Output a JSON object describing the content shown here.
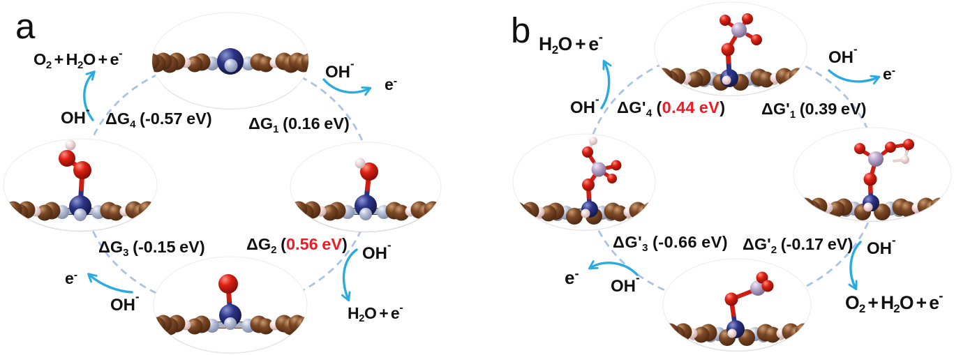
{
  "figure": {
    "colors": {
      "background": "#ffffff",
      "text": "#111111",
      "value_highlight_red": "#ed1c24",
      "arrow_cyan": "#29abe2",
      "cycle_dashed_circle": "#a9c3e6"
    },
    "panel_a": {
      "letter": "a",
      "labels": {
        "product_top_left": {
          "rich": [
            [
              "O"
            ],
            [
              "2",
              "sub"
            ],
            [
              " + H"
            ],
            [
              "2",
              "sub"
            ],
            [
              "O + e"
            ],
            [
              "-",
              "sup"
            ]
          ]
        },
        "oh_top_left": {
          "rich": [
            [
              "OH"
            ],
            [
              "-",
              "sup"
            ]
          ]
        },
        "dg4": {
          "rich": [
            [
              "ΔG"
            ],
            [
              "4",
              "sub"
            ],
            [
              " (-0.57 eV)"
            ]
          ]
        },
        "dg1": {
          "rich": [
            [
              "ΔG"
            ],
            [
              "1",
              "sub"
            ],
            [
              " (0.16 eV)"
            ]
          ]
        },
        "oh_top_right": {
          "rich": [
            [
              "OH"
            ],
            [
              "-",
              "sup"
            ]
          ]
        },
        "e_top_right": {
          "rich": [
            [
              "e"
            ],
            [
              "-",
              "sup"
            ]
          ]
        },
        "dg3": {
          "rich": [
            [
              "ΔG"
            ],
            [
              "3",
              "sub"
            ],
            [
              " (-0.15 eV)"
            ]
          ]
        },
        "dg2": {
          "rich": [
            [
              "ΔG"
            ],
            [
              "2",
              "sub"
            ],
            [
              " ("
            ],
            [
              "0.56 eV",
              null,
              "red"
            ],
            [
              ")"
            ]
          ]
        },
        "oh_bottom_right": {
          "rich": [
            [
              "OH"
            ],
            [
              "-",
              "sup"
            ]
          ]
        },
        "h2o_e_bottom_right": {
          "rich": [
            [
              "H"
            ],
            [
              "2",
              "sub"
            ],
            [
              "O + e"
            ],
            [
              "-",
              "sup"
            ]
          ]
        },
        "e_bottom_left": {
          "rich": [
            [
              "e"
            ],
            [
              "-",
              "sup"
            ]
          ]
        },
        "oh_bottom_left": {
          "rich": [
            [
              "OH"
            ],
            [
              "-",
              "sup"
            ]
          ]
        }
      },
      "molecule_icons": {
        "top": "bare-metal-site-on-nitrogen-doped-graphene",
        "right": "OH-adsorbed-intermediate",
        "bottom": "O-adsorbed-intermediate",
        "left": "OOH-adsorbed-intermediate"
      }
    },
    "panel_b": {
      "letter": "b",
      "labels": {
        "h2o_e_top_left": {
          "rich": [
            [
              "H"
            ],
            [
              "2",
              "sub"
            ],
            [
              "O + e"
            ],
            [
              "-",
              "sup"
            ]
          ]
        },
        "oh_top_left": {
          "rich": [
            [
              "OH"
            ],
            [
              "-",
              "sup"
            ]
          ]
        },
        "dg4": {
          "rich": [
            [
              "ΔG'"
            ],
            [
              "4",
              "sub"
            ],
            [
              " ("
            ],
            [
              "0.44 eV",
              null,
              "red"
            ],
            [
              ")"
            ]
          ]
        },
        "dg1": {
          "rich": [
            [
              "ΔG'"
            ],
            [
              "1",
              "sub"
            ],
            [
              " (0.39 eV)"
            ]
          ]
        },
        "oh_top_right": {
          "rich": [
            [
              "OH"
            ],
            [
              "-",
              "sup"
            ]
          ]
        },
        "e_top_right": {
          "rich": [
            [
              "e"
            ],
            [
              "-",
              "sup"
            ]
          ]
        },
        "dg3": {
          "rich": [
            [
              "ΔG'"
            ],
            [
              "3",
              "sub"
            ],
            [
              " (-0.66 eV)"
            ]
          ]
        },
        "dg2": {
          "rich": [
            [
              "ΔG'"
            ],
            [
              "2",
              "sub"
            ],
            [
              " (-0.17 eV)"
            ]
          ]
        },
        "oh_bottom_right": {
          "rich": [
            [
              "OH"
            ],
            [
              "-",
              "sup"
            ]
          ]
        },
        "product_bottom_right": {
          "rich": [
            [
              "O"
            ],
            [
              "2",
              "sub"
            ],
            [
              " + H"
            ],
            [
              "2",
              "sub"
            ],
            [
              "O + e"
            ],
            [
              "-",
              "sup"
            ]
          ]
        },
        "e_bottom_left": {
          "rich": [
            [
              "e"
            ],
            [
              "-",
              "sup"
            ]
          ]
        },
        "oh_bottom_left": {
          "rich": [
            [
              "OH"
            ],
            [
              "-",
              "sup"
            ]
          ]
        }
      },
      "molecule_icons": {
        "top": "oxo-metal-complex-adsorbed-on-site",
        "right": "oxo-metal-complex-with-peroxo-ring",
        "bottom": "oxo-metal-complex-tilted-intermediate",
        "left": "oxo-metal-complex-with-hydroxyl"
      }
    }
  }
}
